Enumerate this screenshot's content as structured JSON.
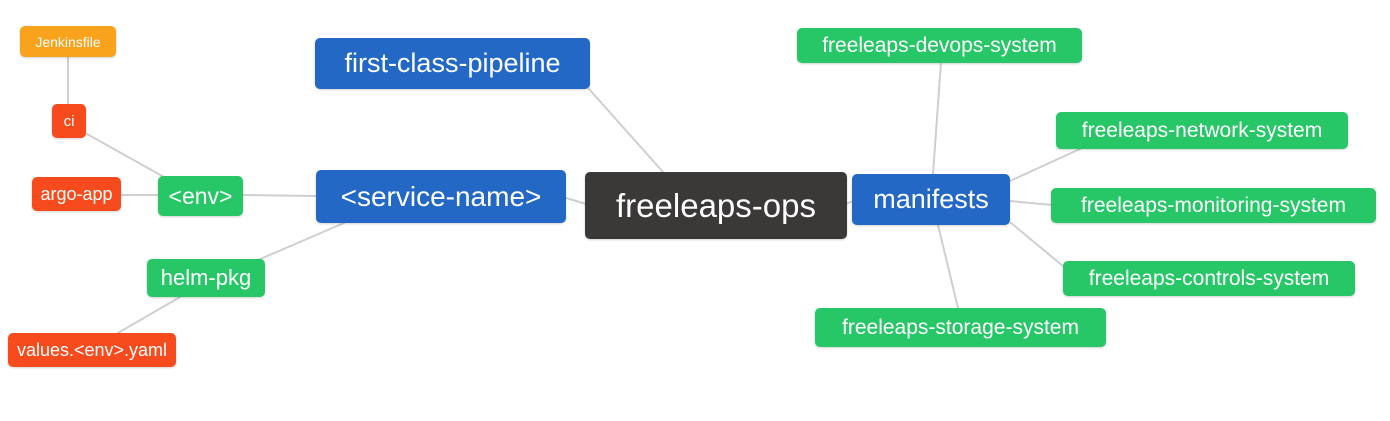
{
  "diagram": {
    "type": "mindmap",
    "root": "freeleaps-ops",
    "colors": {
      "blue": "#2268C4",
      "green": "#27C768",
      "red": "#F74B1E",
      "orange": "#F9A21B",
      "dark": "#3B3838",
      "edge": "#CFCFCF",
      "background": "#FFFFFF",
      "text": "#FFFFFF"
    },
    "nodes": [
      {
        "id": "jenkinsfile",
        "label": "Jenkinsfile",
        "color": "orange"
      },
      {
        "id": "ci",
        "label": "ci",
        "color": "red"
      },
      {
        "id": "argo-app",
        "label": "argo-app",
        "color": "red"
      },
      {
        "id": "env",
        "label": "<env>",
        "color": "green"
      },
      {
        "id": "helm-pkg",
        "label": "helm-pkg",
        "color": "green"
      },
      {
        "id": "values-env-yaml",
        "label": "values.<env>.yaml",
        "color": "red"
      },
      {
        "id": "first-class-pipeline",
        "label": "first-class-pipeline",
        "color": "blue"
      },
      {
        "id": "service-name",
        "label": "<service-name>",
        "color": "blue"
      },
      {
        "id": "freeleaps-ops",
        "label": "freeleaps-ops",
        "color": "dark"
      },
      {
        "id": "manifests",
        "label": "manifests",
        "color": "blue"
      },
      {
        "id": "devops-system",
        "label": "freeleaps-devops-system",
        "color": "green"
      },
      {
        "id": "network-system",
        "label": "freeleaps-network-system",
        "color": "green"
      },
      {
        "id": "monitoring-system",
        "label": "freeleaps-monitoring-system",
        "color": "green"
      },
      {
        "id": "controls-system",
        "label": "freeleaps-controls-system",
        "color": "green"
      },
      {
        "id": "storage-system",
        "label": "freeleaps-storage-system",
        "color": "green"
      }
    ],
    "edges": [
      {
        "from": "jenkinsfile",
        "to": "ci"
      },
      {
        "from": "ci",
        "to": "env"
      },
      {
        "from": "argo-app",
        "to": "env"
      },
      {
        "from": "env",
        "to": "service-name"
      },
      {
        "from": "helm-pkg",
        "to": "service-name"
      },
      {
        "from": "values-env-yaml",
        "to": "helm-pkg"
      },
      {
        "from": "first-class-pipeline",
        "to": "freeleaps-ops"
      },
      {
        "from": "service-name",
        "to": "freeleaps-ops"
      },
      {
        "from": "freeleaps-ops",
        "to": "manifests"
      },
      {
        "from": "manifests",
        "to": "devops-system"
      },
      {
        "from": "manifests",
        "to": "network-system"
      },
      {
        "from": "manifests",
        "to": "monitoring-system"
      },
      {
        "from": "manifests",
        "to": "controls-system"
      },
      {
        "from": "manifests",
        "to": "storage-system"
      }
    ]
  }
}
